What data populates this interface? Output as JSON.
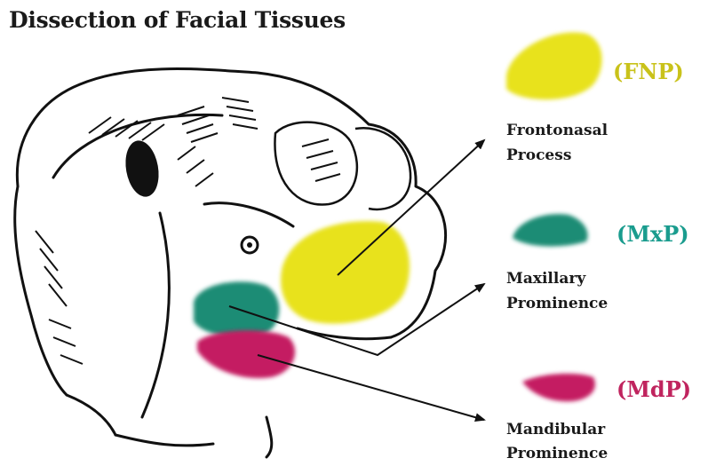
{
  "title": "Dissection of Facial Tissues",
  "regions": [
    {
      "key": "fnp",
      "abbr": "(FNP)",
      "line1": "Frontonasal",
      "line2": "Process",
      "color": "#e8e21c"
    },
    {
      "key": "mxp",
      "abbr": "(MxP)",
      "line1": "Maxillary",
      "line2": "Prominence",
      "color": "#1c8c74"
    },
    {
      "key": "mdp",
      "abbr": "(MdP)",
      "line1": "Mandibular",
      "line2": "Prominence",
      "color": "#c41e62"
    }
  ],
  "abbr_colors": {
    "fnp": "#c9c21a",
    "mxp": "#1a9c8e",
    "mdp": "#c0245e"
  }
}
